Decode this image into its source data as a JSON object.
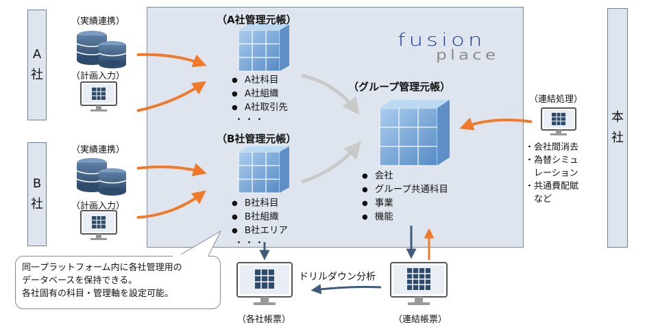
{
  "company_a": {
    "label_line1": "A",
    "label_line2": "社"
  },
  "company_b": {
    "label_line1": "B",
    "label_line2": "社"
  },
  "honsha": {
    "label_line1": "本",
    "label_line2": "社"
  },
  "inputs": {
    "a_actual": "（実績連携）",
    "a_plan": "（計画入力）",
    "b_actual": "（実績連携）",
    "b_plan": "（計画入力）"
  },
  "logo": {
    "fusion": "fusion",
    "place": "place"
  },
  "ledger_a": {
    "title": "（A社管理元帳）",
    "items": [
      "A社科目",
      "A社組織",
      "A社取引先"
    ],
    "ellipsis": "・・・"
  },
  "ledger_b": {
    "title": "（B社管理元帳）",
    "items": [
      "B社科目",
      "B社組織",
      "B社エリア"
    ],
    "ellipsis": "・・・"
  },
  "group_ledger": {
    "title": "（グループ管理元帳）",
    "items": [
      "会社",
      "グループ共通科目",
      "事業",
      "機能"
    ]
  },
  "consolidation": {
    "title": "（連結処理）",
    "notes": [
      "・会社間消去",
      "・為替シミュ",
      "　レーション",
      "・共通費配賦",
      "　など"
    ]
  },
  "callout": {
    "lines": [
      "同一プラットフォーム内に各社管理用の",
      "データベースを保持できる。",
      "各社固有の科目・管理軸を設定可能。"
    ]
  },
  "reports": {
    "company": "（各社帳票）",
    "consolidated": "（連結帳票）",
    "drilldown": "ドリルダウン分析"
  },
  "colors": {
    "panel": "#dfe5ee",
    "arrow_orange": "#f07a2a",
    "arrow_gray": "#c9c9c9",
    "arrow_dark": "#3f5a7a",
    "cube": "#6fa3d8"
  }
}
